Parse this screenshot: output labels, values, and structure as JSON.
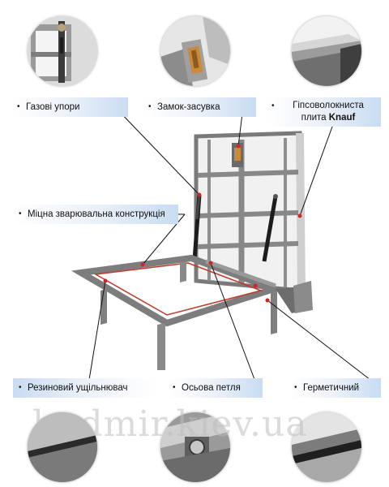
{
  "callouts": {
    "gas_struts": "Газові упори",
    "lock_latch": "Замок-засувка",
    "gypsum_board_line1": "Гіпсоволокниста",
    "gypsum_board_line2": "плита",
    "gypsum_board_brand": "Knauf",
    "welded_construction": "Міцна зварювальна конструкція",
    "rubber_seal": "Резиновий ущільнювач",
    "axial_hinge": "Осьова петля",
    "hermetic": "Герметичний"
  },
  "watermark": "budmir.kiev.ua",
  "colors": {
    "callout_gradient": "#c9dcf2",
    "marker_dot": "#d0242b",
    "frame_metal": "#8a8a8a",
    "seal_red": "#c0392b"
  }
}
